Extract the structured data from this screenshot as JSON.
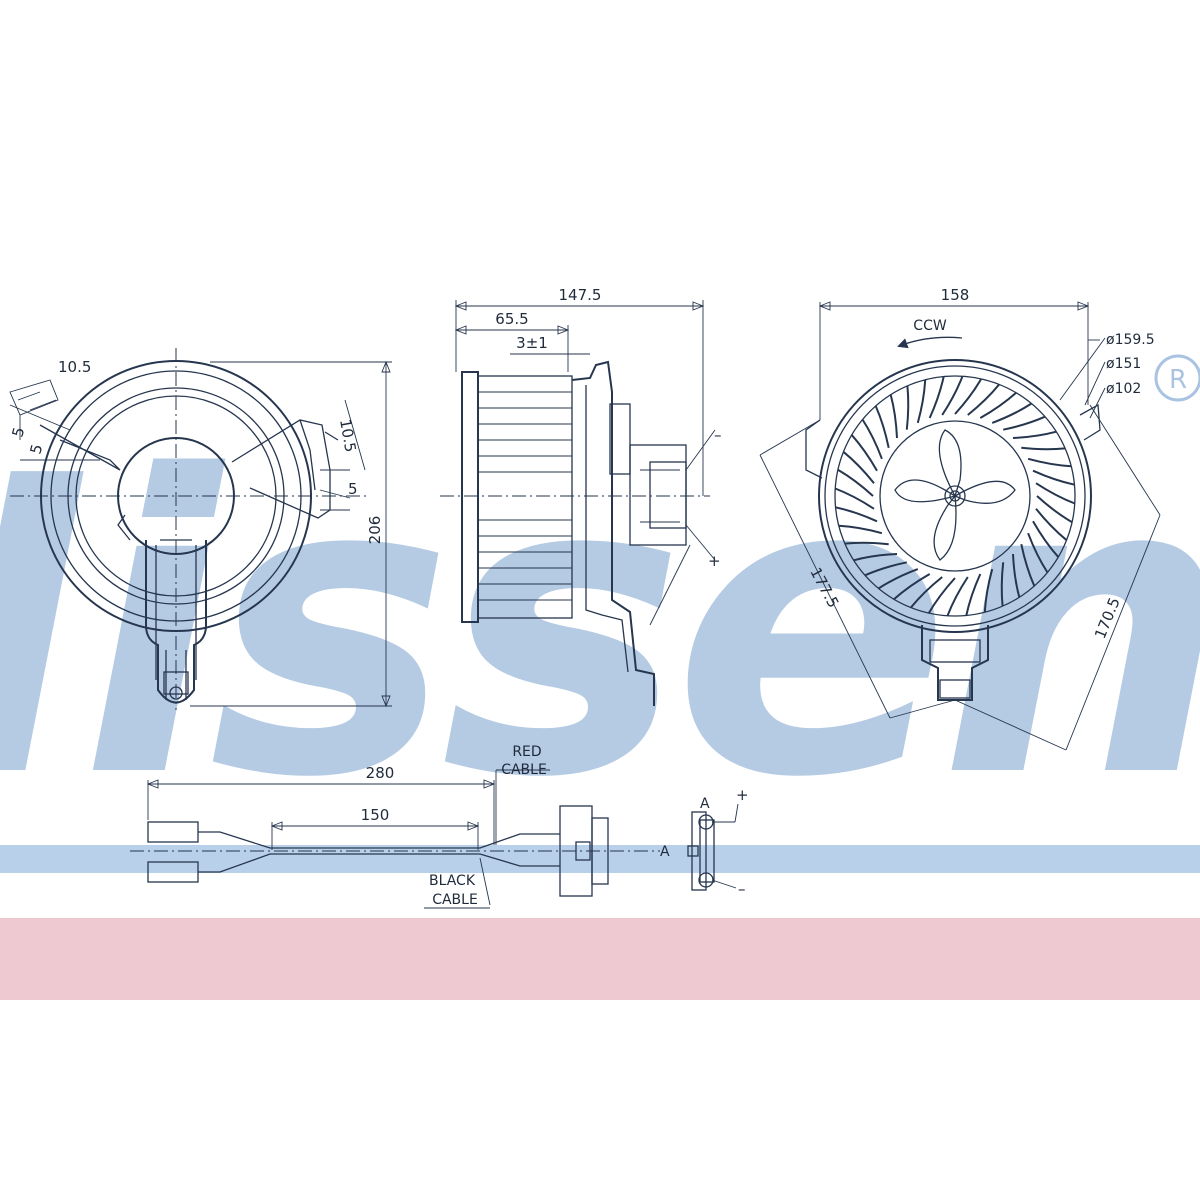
{
  "brand": {
    "watermark": "Nissens",
    "registered_mark": "R",
    "watermark_color": "#a9c3e0",
    "band_blue": "#b9d0ea",
    "band_pink": "#efc9d1"
  },
  "views": {
    "front": {
      "dims": {
        "d1": "10.5",
        "d2": "10.5",
        "d3": "5",
        "d4": "5",
        "d5": "5",
        "height": "206"
      }
    },
    "side": {
      "dims": {
        "width": "147.5",
        "depth": "65.5",
        "tol": "3±1"
      },
      "terminals": {
        "neg": "–",
        "pos": "+"
      }
    },
    "rear": {
      "dims": {
        "width": "158",
        "dia1": "ø159.5",
        "dia2": "ø151",
        "dia3": "ø102",
        "h1": "177.5",
        "h2": "170.5"
      },
      "rotation": "CCW"
    }
  },
  "cable": {
    "dims": {
      "total": "280",
      "mid": "150"
    },
    "labels": {
      "red_1": "RED",
      "red_2": "CABLE",
      "black_1": "BLACK",
      "black_2": "CABLE"
    },
    "section": "A",
    "terminals": {
      "pos": "+",
      "neg": "–"
    }
  }
}
